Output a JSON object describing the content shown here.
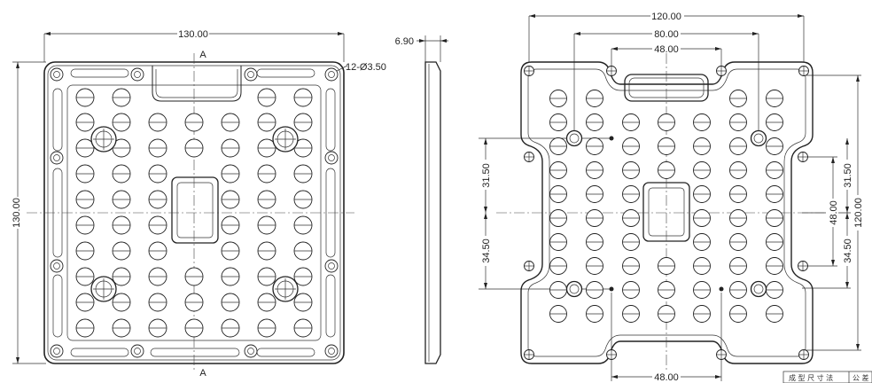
{
  "left_view": {
    "width_dim": "130.00",
    "height_dim": "130.00",
    "holes_callout": "12-Ø3.50",
    "section_top": "A",
    "section_bottom": "A"
  },
  "side_view": {
    "thickness_dim": "6.90"
  },
  "right_view": {
    "dim_top_overall": "120.00",
    "dim_top_mid": "80.00",
    "dim_top_inner": "48.00",
    "dim_bottom": "48.00",
    "dim_left_upper": "31.50",
    "dim_left_lower": "34.50",
    "dim_right_upper": "31.50",
    "dim_right_lower": "34.50",
    "dim_right_mid": "48.00",
    "dim_right_overall": "120.00"
  },
  "title_block": {
    "cell_1": "成 型 尺 寸 法",
    "cell_2": "公 差"
  }
}
